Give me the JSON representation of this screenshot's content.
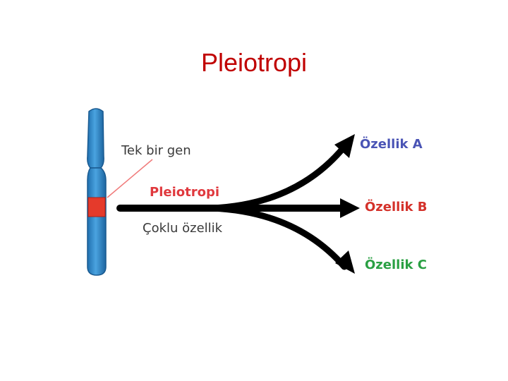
{
  "title": "Pleiotropi",
  "diagram": {
    "gene_label": "Tek bir gen",
    "center_label": "Pleiotropi",
    "bottom_label": "Çoklu özellik",
    "traits": [
      "Özellik A",
      "Özellik B",
      "Özellik C"
    ],
    "colors": {
      "chromosome": "#2e86c8",
      "gene": "#e53a2b",
      "center_label": "#e0393e",
      "trait_a": "#4a54b5",
      "trait_b": "#d4312a",
      "trait_c": "#2aa043",
      "arrow": "#000000"
    }
  }
}
